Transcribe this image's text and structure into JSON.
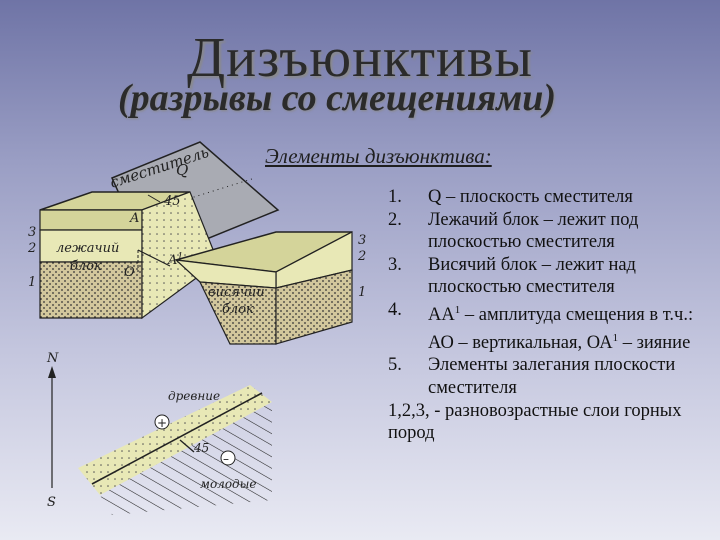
{
  "title": "Дизъюнктивы",
  "subtitle": "(разрывы со смещениями)",
  "section_heading": "Элементы дизъюнктива:",
  "items": [
    {
      "num": "1.",
      "text": "Q – плоскость сместителя"
    },
    {
      "num": "2.",
      "text": "Лежачий блок – лежит под плоскостью сместителя"
    },
    {
      "num": "3.",
      "text": "Висячий блок – лежит над плоскостью сместителя"
    },
    {
      "num": "4.",
      "text_a": "АА",
      "sup": "1",
      "text_b": " – амплитуда смещения в т.ч.: АО – вертикальная, ОА",
      "sup2": "1",
      "text_c": " – зияние"
    },
    {
      "num": "5.",
      "text": "Элементы залегания плоскости сместителя"
    }
  ],
  "note_lead": "1,2,3, -",
  "note_rest": "разновозрастные слои горных пород",
  "diagram": {
    "plane_label": "сместитель",
    "plane_letter": "Q",
    "dip_angle": "45",
    "left_block_label_1": "лежачий",
    "left_block_label_2": "блок",
    "right_block_label_1": "висячий",
    "right_block_label_2": "блок",
    "point_a": "A",
    "point_a1": "A",
    "point_a1_sup": "1",
    "point_o": "O",
    "left_layers": [
      "3",
      "2",
      "1"
    ],
    "right_layers": [
      "3",
      "2",
      "1"
    ]
  },
  "map": {
    "north": "N",
    "south": "S",
    "old_label": "древние",
    "young_label": "молодые",
    "plus_sign": "+",
    "minus_sign": "–",
    "angle": "45"
  },
  "colors": {
    "layer_top": "#d4d49a",
    "layer_mid": "#e8e8b6",
    "layer_bottom": "#d2c79c",
    "plane": "#a9abb3"
  }
}
